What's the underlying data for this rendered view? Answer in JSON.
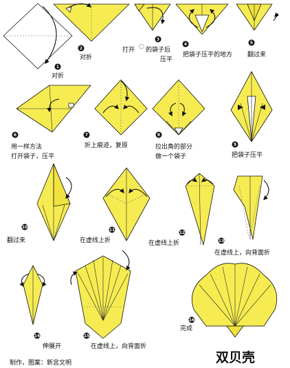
{
  "title": "双贝壳",
  "credit": "制作，图案：新宫文明",
  "steps": [
    {
      "number": "1",
      "text": "对折"
    },
    {
      "number": "2",
      "text": "对折"
    },
    {
      "number": "3",
      "line1": "打开",
      "line1b": "的袋子后",
      "line2": "压平"
    },
    {
      "number": "4",
      "text": "把袋子压平的地方"
    },
    {
      "number": "5",
      "text": "翻过来"
    },
    {
      "number": "6",
      "line1": "用一样方法",
      "line2": "打开袋子，压平"
    },
    {
      "number": "7",
      "text": "折上痕迹，复原"
    },
    {
      "number": "8",
      "line1": "拉出角的部分",
      "line2": "做一个袋子"
    },
    {
      "number": "9",
      "text": "把袋子压平"
    },
    {
      "number": "10",
      "text": "翻过来"
    },
    {
      "number": "11",
      "text": "在虚线上折"
    },
    {
      "number": "12",
      "text": "在虚线上折"
    },
    {
      "number": "13",
      "text": "在虚线上，向背面折"
    },
    {
      "number": "14",
      "text": "伸展开"
    },
    {
      "number": "15",
      "text": "在虚线上，向背面折"
    },
    {
      "number": "16",
      "text": "完成"
    }
  ],
  "colors": {
    "paper": "#f6ec52",
    "outline": "#111111",
    "badge": "#111111"
  }
}
